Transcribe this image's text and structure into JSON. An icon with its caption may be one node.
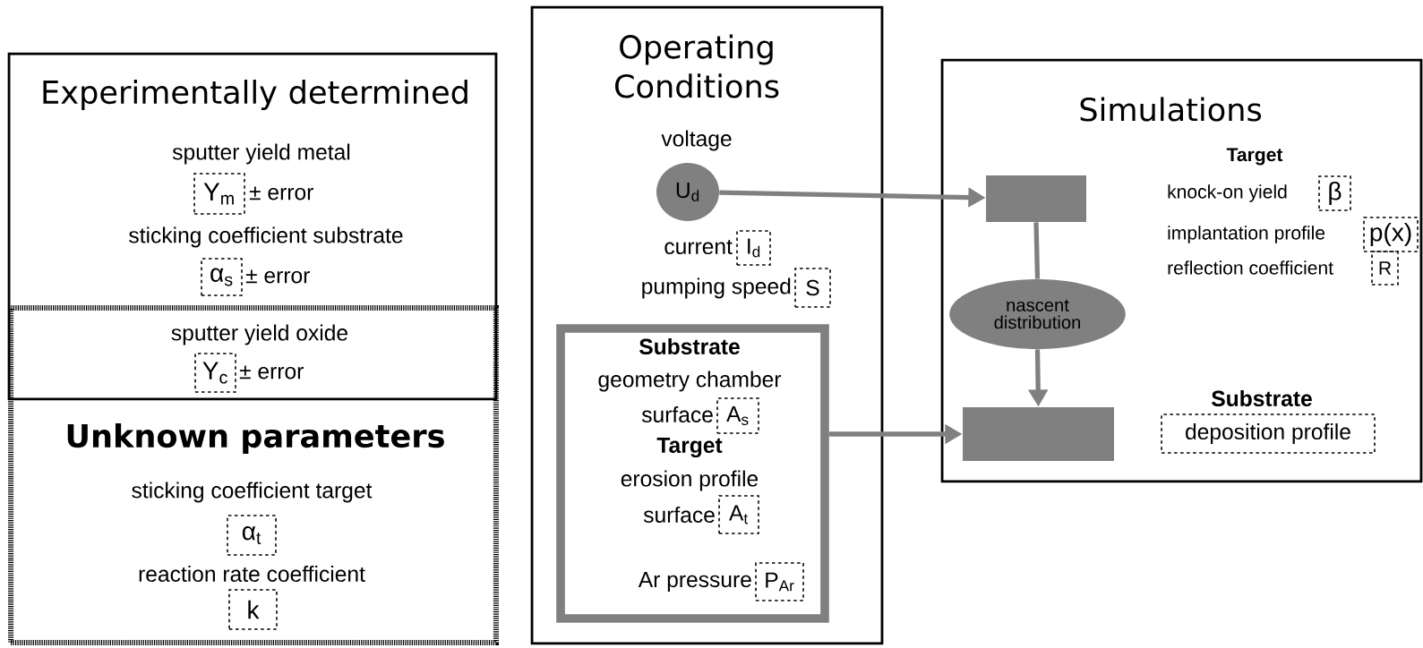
{
  "diagram": {
    "nodes": [
      {
        "text": [
          "Experimentally determined",
          "sputter yield metal",
          "± error",
          "sticking coefficient substrate",
          "± error"
        ]
      },
      {
        "text": [
          "sputter yield oxide",
          "± error",
          "Unknown parameters",
          "sticking coefficient target",
          "reaction rate coefficient"
        ]
      },
      {
        "text": [
          "Y$_{m}$"
        ],
        "in": 0
      },
      {
        "text": [
          "α$_{s}$"
        ],
        "in": 0
      },
      {
        "text": [
          "Y$_{c}$"
        ]
      },
      {
        "text": [
          "α$_{t}$"
        ],
        "in": 1
      },
      {
        "text": [
          "k"
        ],
        "in": 1
      },
      {
        "text": [
          "Operating Conditions",
          "voltage",
          "current",
          "pumping speed"
        ]
      },
      {
        "text": [
          "U$_{d}$"
        ],
        "in": 7
      },
      {
        "text": [
          "I$_{d}$"
        ],
        "in": 7
      },
      {
        "text": [
          "S"
        ],
        "in": 7
      },
      {
        "text": [
          "Substrate",
          "geometry chamber",
          "surface",
          "Target",
          "erosion profile",
          "surface",
          "Ar pressure"
        ],
        "in": 7
      },
      {
        "text": [
          "A$_{s}$"
        ],
        "in": 11
      },
      {
        "text": [
          "A$_{t}$"
        ],
        "in": 11
      },
      {
        "text": [
          "P$_{Ar}$"
        ],
        "in": 11
      },
      {
        "text": [
          "Simulations",
          "Target",
          "knock-on yield",
          "implantation profile",
          "reflection coefficient",
          "Substrate"
        ]
      },
      {
        "text": [],
        "shape": "box",
        "in": 15
      },
      {
        "text": [
          "nascent distribution"
        ],
        "in": 15
      },
      {
        "text": [],
        "shape": "box",
        "in": 15
      },
      {
        "text": [
          "β"
        ],
        "in": 15
      },
      {
        "text": [
          "p(x)"
        ],
        "in": 15
      },
      {
        "text": [
          "R"
        ],
        "in": 15
      },
      {
        "text": [
          "deposition profile"
        ],
        "in": 15
      }
    ],
    "edges": [
      {
        "from": 8,
        "to": 16,
        "arrow": "to"
      },
      {
        "from": 11,
        "to": 18,
        "arrow": "to"
      },
      {
        "from": 16,
        "to": 17,
        "arrow": "none"
      },
      {
        "from": 17,
        "to": 18,
        "arrow": "to"
      }
    ]
  }
}
